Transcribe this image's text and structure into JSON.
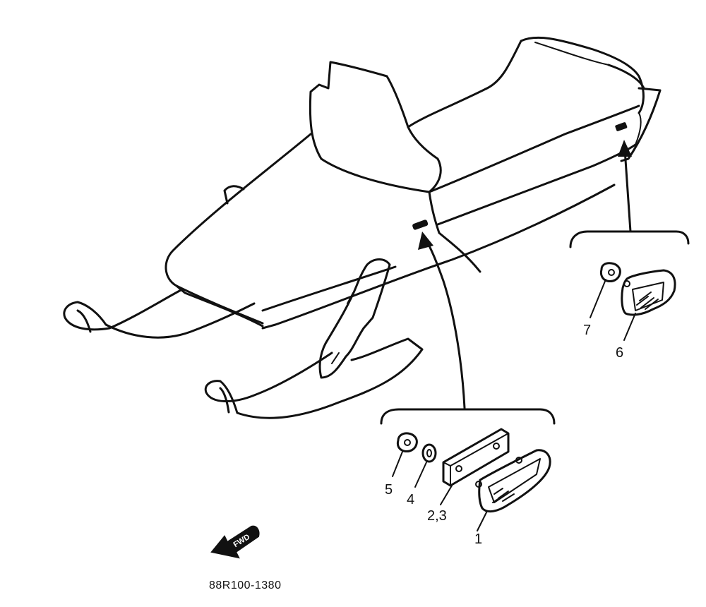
{
  "diagram": {
    "part_labels": {
      "p1": "1",
      "p23": "2,3",
      "p4": "4",
      "p5": "5",
      "p6": "6",
      "p7": "7"
    },
    "direction_tag": "FWD",
    "drawing_code": "88R100-1380"
  }
}
